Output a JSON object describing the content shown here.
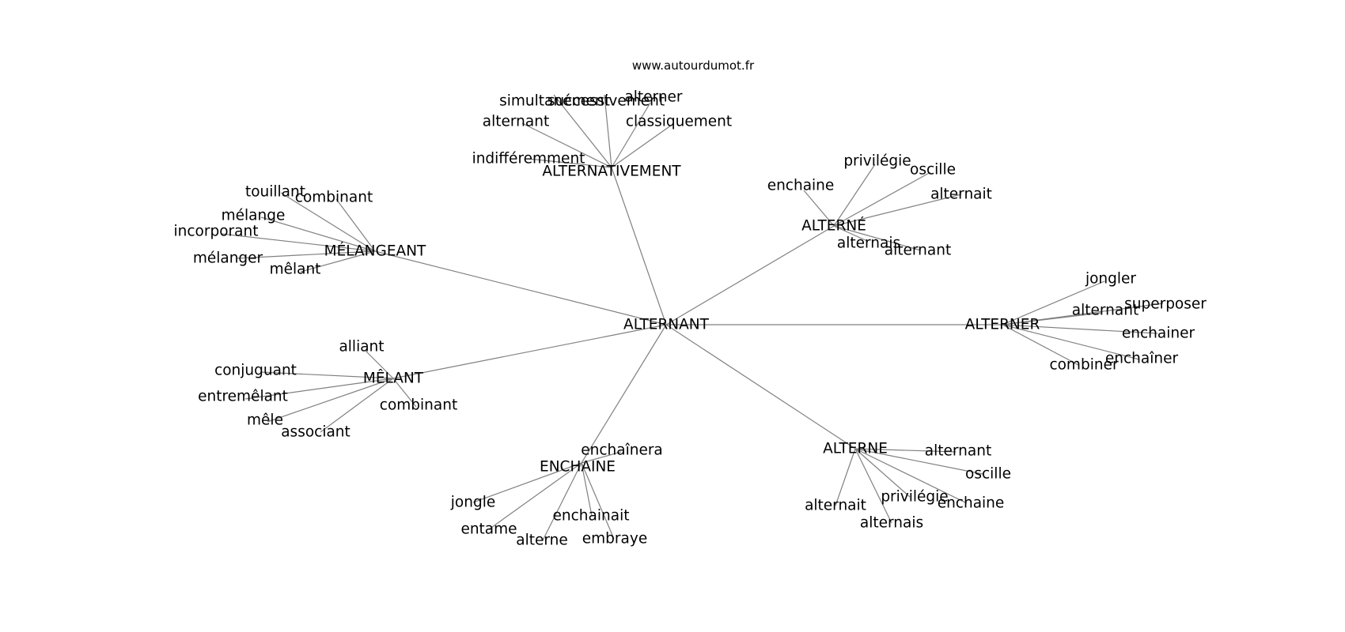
{
  "source": "www.autourdumot.fr",
  "center": "ALTERNANT",
  "colors": {
    "edge": "#808080",
    "text": "#000000",
    "background": "#ffffff"
  },
  "clusters": [
    {
      "hub": "ALTERNATIVEMENT",
      "leaves": [
        "simultanément",
        "successivement",
        "alterner",
        "alternant",
        "classiquement",
        "indifféremment"
      ]
    },
    {
      "hub": "MÉLANGEANT",
      "leaves": [
        "touillant",
        "combinant",
        "mélange",
        "incorporant",
        "mélanger",
        "mêlant"
      ]
    },
    {
      "hub": "ALTERNÉ",
      "leaves": [
        "privilégie",
        "oscille",
        "enchaine",
        "alternait",
        "alternais",
        "alternant"
      ]
    },
    {
      "hub": "ALTERNER",
      "leaves": [
        "jongler",
        "alternant",
        "superposer",
        "enchainer",
        "enchaîner",
        "combiner"
      ]
    },
    {
      "hub": "MÊLANT",
      "leaves": [
        "alliant",
        "conjuguant",
        "entremêlant",
        "mêle",
        "associant",
        "combinant"
      ]
    },
    {
      "hub": "ENCHAINE",
      "leaves": [
        "enchaînera",
        "jongle",
        "entame",
        "enchainait",
        "alterne",
        "embraye"
      ]
    },
    {
      "hub": "ALTERNE",
      "leaves": [
        "alternant",
        "oscille",
        "privilégie",
        "enchaine",
        "alternait",
        "alternais"
      ]
    }
  ]
}
